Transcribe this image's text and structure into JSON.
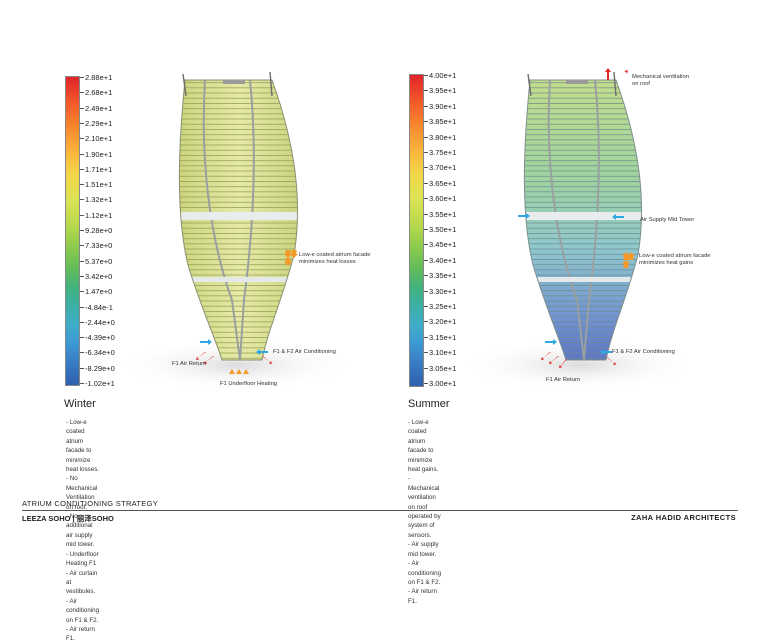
{
  "winter": {
    "title": "Winter",
    "scale": [
      "2.88e+1",
      "2.68e+1",
      "2.49e+1",
      "2.29e+1",
      "2.10e+1",
      "1.90e+1",
      "1.71e+1",
      "1.51e+1",
      "1.32e+1",
      "1.12e+1",
      "9.28e+0",
      "7.33e+0",
      "5.37e+0",
      "3.42e+0",
      "1.47e+0",
      "-4.84e-1",
      "-2.44e+0",
      "-4.39e+0",
      "-6.34e+0",
      "-8.29e+0",
      "-1.02e+1"
    ],
    "annotations": {
      "facade": "Low-e coated atrium facade\nminimizes heat losses",
      "air_conditioning": "F1 & F2 Air Conditioning",
      "air_return": "F1 Air Return",
      "underfloor": "F1 Underfloor Heating"
    },
    "notes": [
      "Low-e coated atrium facade to minimize heat losses.",
      "No Mechanical Ventilation on roof.",
      "No additional air supply mid tower.",
      "Underfloor Heating F1",
      "Air curtain at vestibules.",
      "Air conditioning on F1 & F2.",
      "Air return F1."
    ]
  },
  "summer": {
    "title": "Summer",
    "scale": [
      "4.00e+1",
      "3.95e+1",
      "3.90e+1",
      "3.85e+1",
      "3.80e+1",
      "3.75e+1",
      "3.70e+1",
      "3.65e+1",
      "3.60e+1",
      "3.55e+1",
      "3.50e+1",
      "3.45e+1",
      "3.40e+1",
      "3.35e+1",
      "3.30e+1",
      "3.25e+1",
      "3.20e+1",
      "3.15e+1",
      "3.10e+1",
      "3.05e+1",
      "3.00e+1"
    ],
    "annotations": {
      "roof": "Mechanical ventilation\non roof",
      "mid_tower": "Air Supply Mid Tower",
      "facade": "Low-e coated atrium facade\nminimizes heat gains",
      "air_conditioning": "F1 & F2 Air Conditioning",
      "air_return": "F1 Air Return"
    },
    "notes": [
      "Low-e coated atrium facade to minimize heat gains.",
      "Mechanical ventilation on roof operated by system of sensors.",
      "Air supply mid tower.",
      "Air conditioning on F1 & F2.",
      "Air return F1."
    ]
  },
  "footer": {
    "title": "ATRIUM CONDITIONING STRATEGY",
    "project": "LEEZA SOHO | 丽泽SOHO",
    "firm": "ZAHA HADID ARCHITECTS"
  },
  "colors": {
    "scale_gradient": [
      "#e0242a",
      "#f2562a",
      "#f7862d",
      "#f8b33a",
      "#f2d84a",
      "#dbe354",
      "#b8d94c",
      "#8ecb4c",
      "#62bd5a",
      "#43b27a",
      "#3ab0a4",
      "#3eaec8",
      "#3d9bd4",
      "#3a7fc6",
      "#2f5fae"
    ],
    "winter_tower": "#d9e08a",
    "summer_tower_top": "#b9dc8c",
    "summer_tower_bottom": "#5b72c4",
    "arrow_red": "#e02a2a",
    "arrow_blue": "#2fa7e0",
    "arrow_orange": "#f39a2a"
  }
}
